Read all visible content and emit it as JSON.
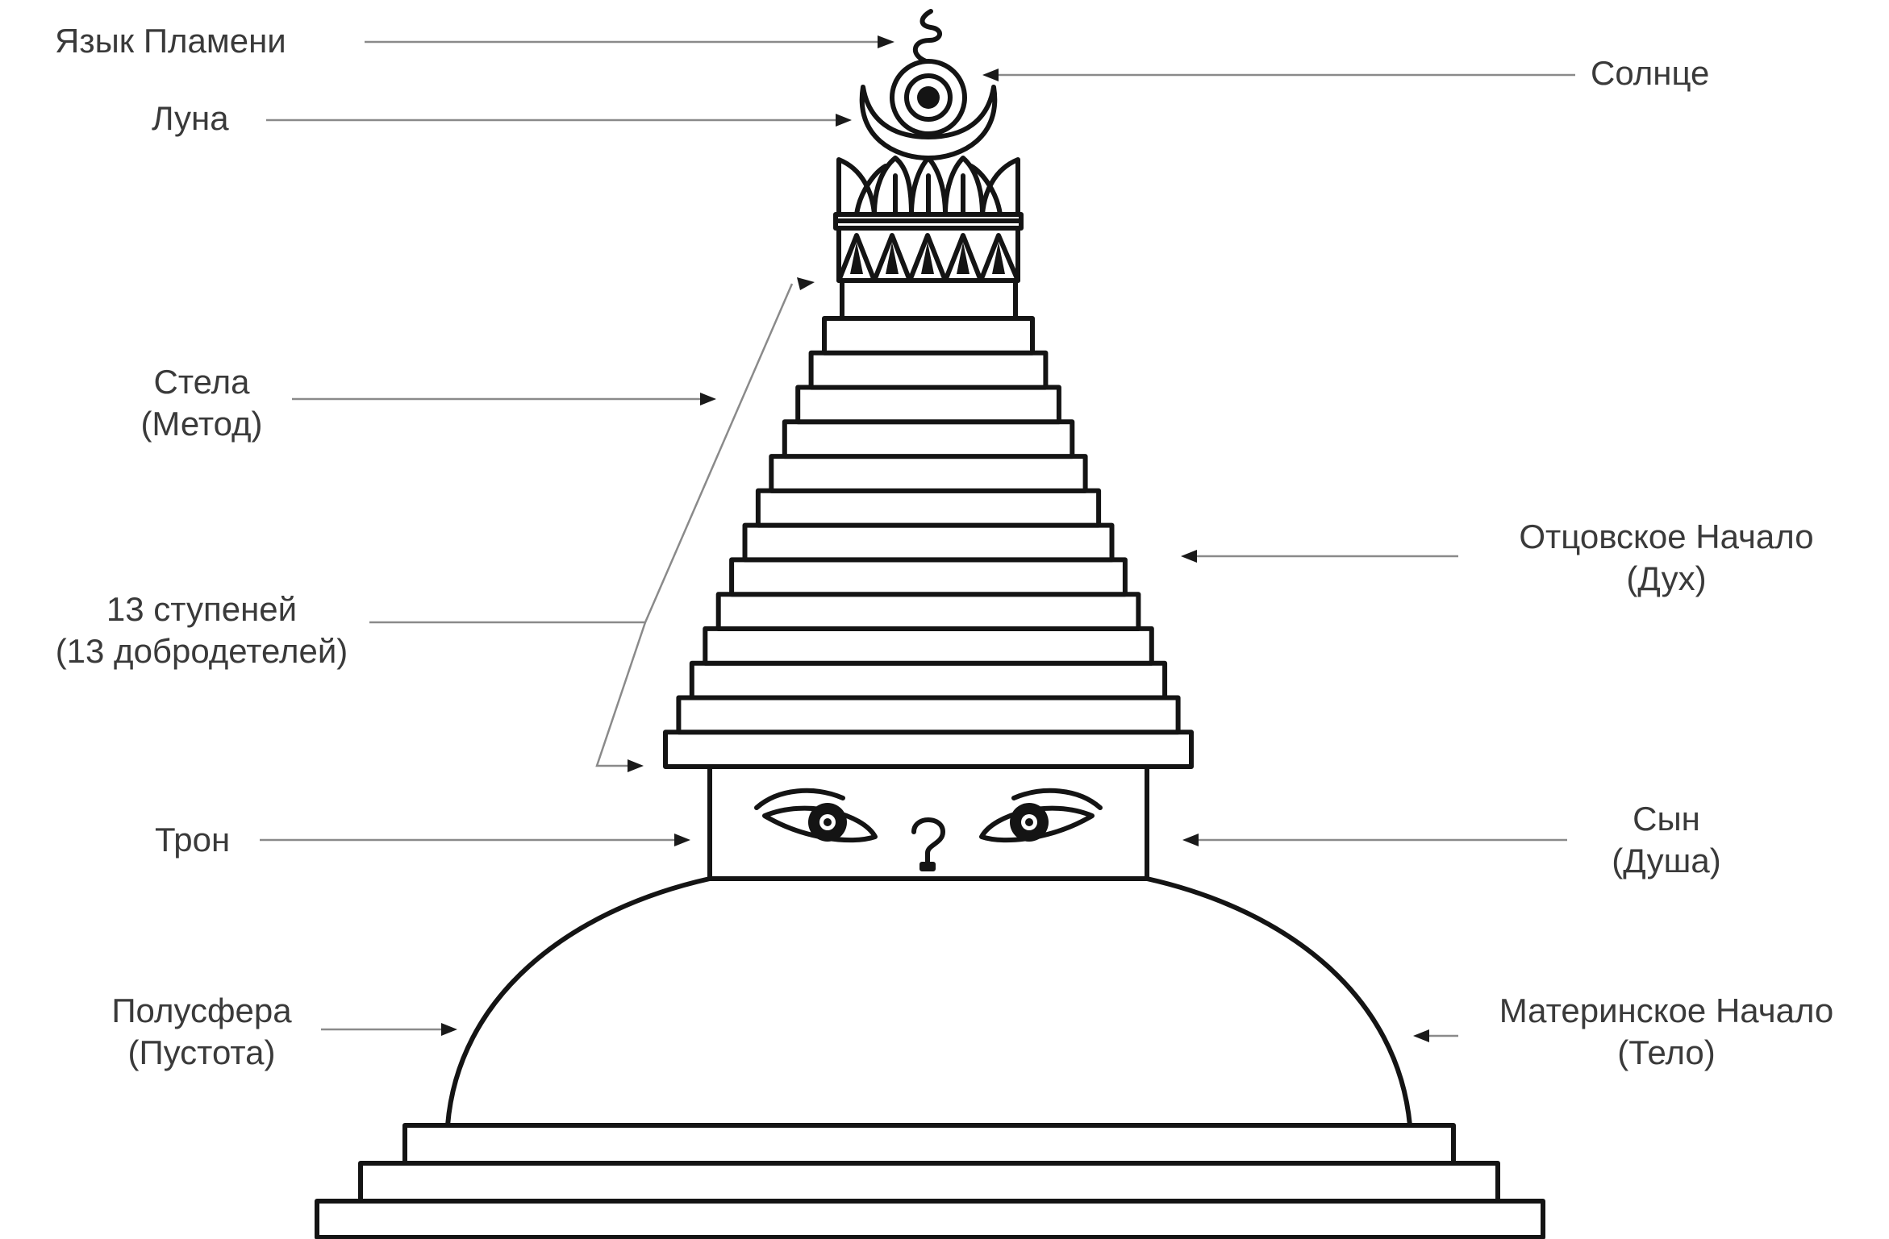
{
  "diagram": {
    "labels": {
      "flame": "Язык Пламени",
      "moon": "Луна",
      "sun": "Солнце",
      "stele": [
        "Стела",
        "(Метод)"
      ],
      "steps": [
        "13 ступеней",
        "(13 добродетелей)"
      ],
      "father": [
        "Отцовское Начало",
        "(Дух)"
      ],
      "throne": "Трон",
      "son": [
        "Сын",
        "(Душа)"
      ],
      "hemisphere": [
        "Полусфера",
        "(Пустота)"
      ],
      "mother": [
        "Материнское Начало",
        "(Тело)"
      ]
    },
    "colors": {
      "outline": "#141414",
      "text": "#3a3a3a",
      "leader": "#8a8a8a"
    }
  }
}
